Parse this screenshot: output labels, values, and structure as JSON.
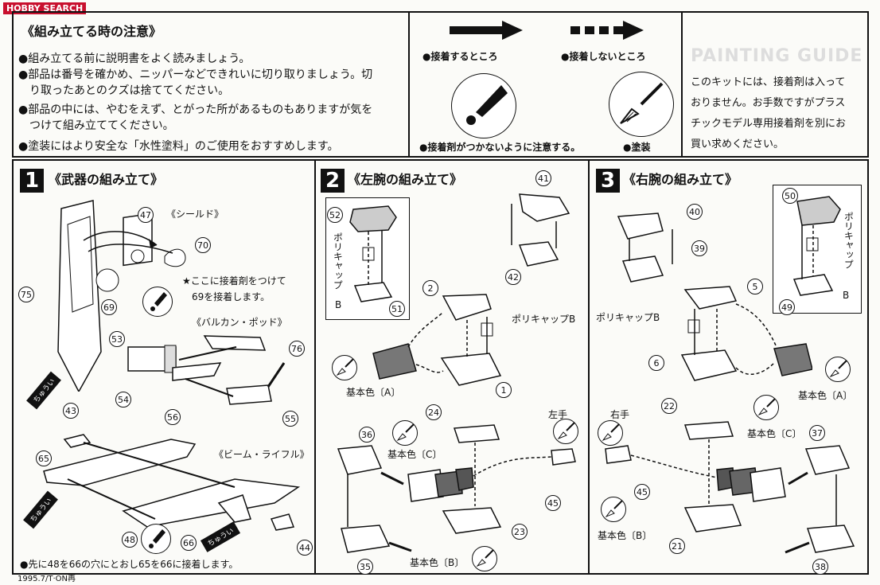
{
  "watermark": "HOBBY SEARCH",
  "notes": {
    "title": "《組み立てる時の注意》",
    "items": [
      "●組み立てる前に説明書をよく読みましょう。",
      "●部品は番号を確かめ、ニッパーなどできれいに切り取りましょう。切",
      "　り取ったあとのクズは捨ててください。",
      "●部品の中には、やむをえず、とがった所があるものもありますが気を",
      "　つけて組み立ててください。",
      "●塗装にはより安全な「水性塗料」のご使用をおすすめします。"
    ]
  },
  "legend": {
    "glue": "●接着するところ",
    "noglue": "●接着しないところ",
    "caution": "●接着剤がつかないように注意する。",
    "paint": "●塗装"
  },
  "painting_guide": {
    "header": "PAINTING GUIDE",
    "lines": [
      "このキットには、接着剤は入って",
      "おりません。お手数ですがプラス",
      "チックモデル専用接着剤を別にお",
      "買い求めください。"
    ]
  },
  "step1": {
    "num": "1",
    "title": "《武器の組み立て》",
    "shield": "《シールド》",
    "note_line1": "★ここに接着剤をつけて",
    "note_line2": "69を接着します。",
    "vulcan": "《バルカン・ポッド》",
    "rifle": "《ビーム・ライフル》",
    "footer": "●先に48を66の穴にとおし65を66に接着します。",
    "parts": [
      "47",
      "70",
      "75",
      "69",
      "53",
      "76",
      "54",
      "56",
      "55",
      "43",
      "65",
      "48",
      "66",
      "44"
    ],
    "arrows": [
      "ちゅうい",
      "ちゅうい",
      "ちゅうい"
    ]
  },
  "step2": {
    "num": "2",
    "title": "《左腕の組み立て》",
    "polycap": "ポリキャップB",
    "polycap_v": "ポリキャップ",
    "polycap_v2": "B",
    "base_a": "基本色〔A〕",
    "base_c": "基本色〔C〕",
    "base_b": "基本色〔B〕",
    "left_hand": "左手",
    "parts": [
      "52",
      "51",
      "41",
      "42",
      "2",
      "1",
      "36",
      "24",
      "23",
      "35",
      "45"
    ]
  },
  "step3": {
    "num": "3",
    "title": "《右腕の組み立て》",
    "polycap": "ポリキャップB",
    "polycap_v": "ポリキャップ",
    "polycap_v2": "B",
    "base_a": "基本色〔A〕",
    "base_c": "基本色〔C〕",
    "base_b": "基本色〔B〕",
    "right_hand": "右手",
    "parts": [
      "40",
      "39",
      "50",
      "49",
      "5",
      "6",
      "22",
      "37",
      "45",
      "21",
      "38"
    ]
  },
  "date": "1995.7/T·ON再"
}
